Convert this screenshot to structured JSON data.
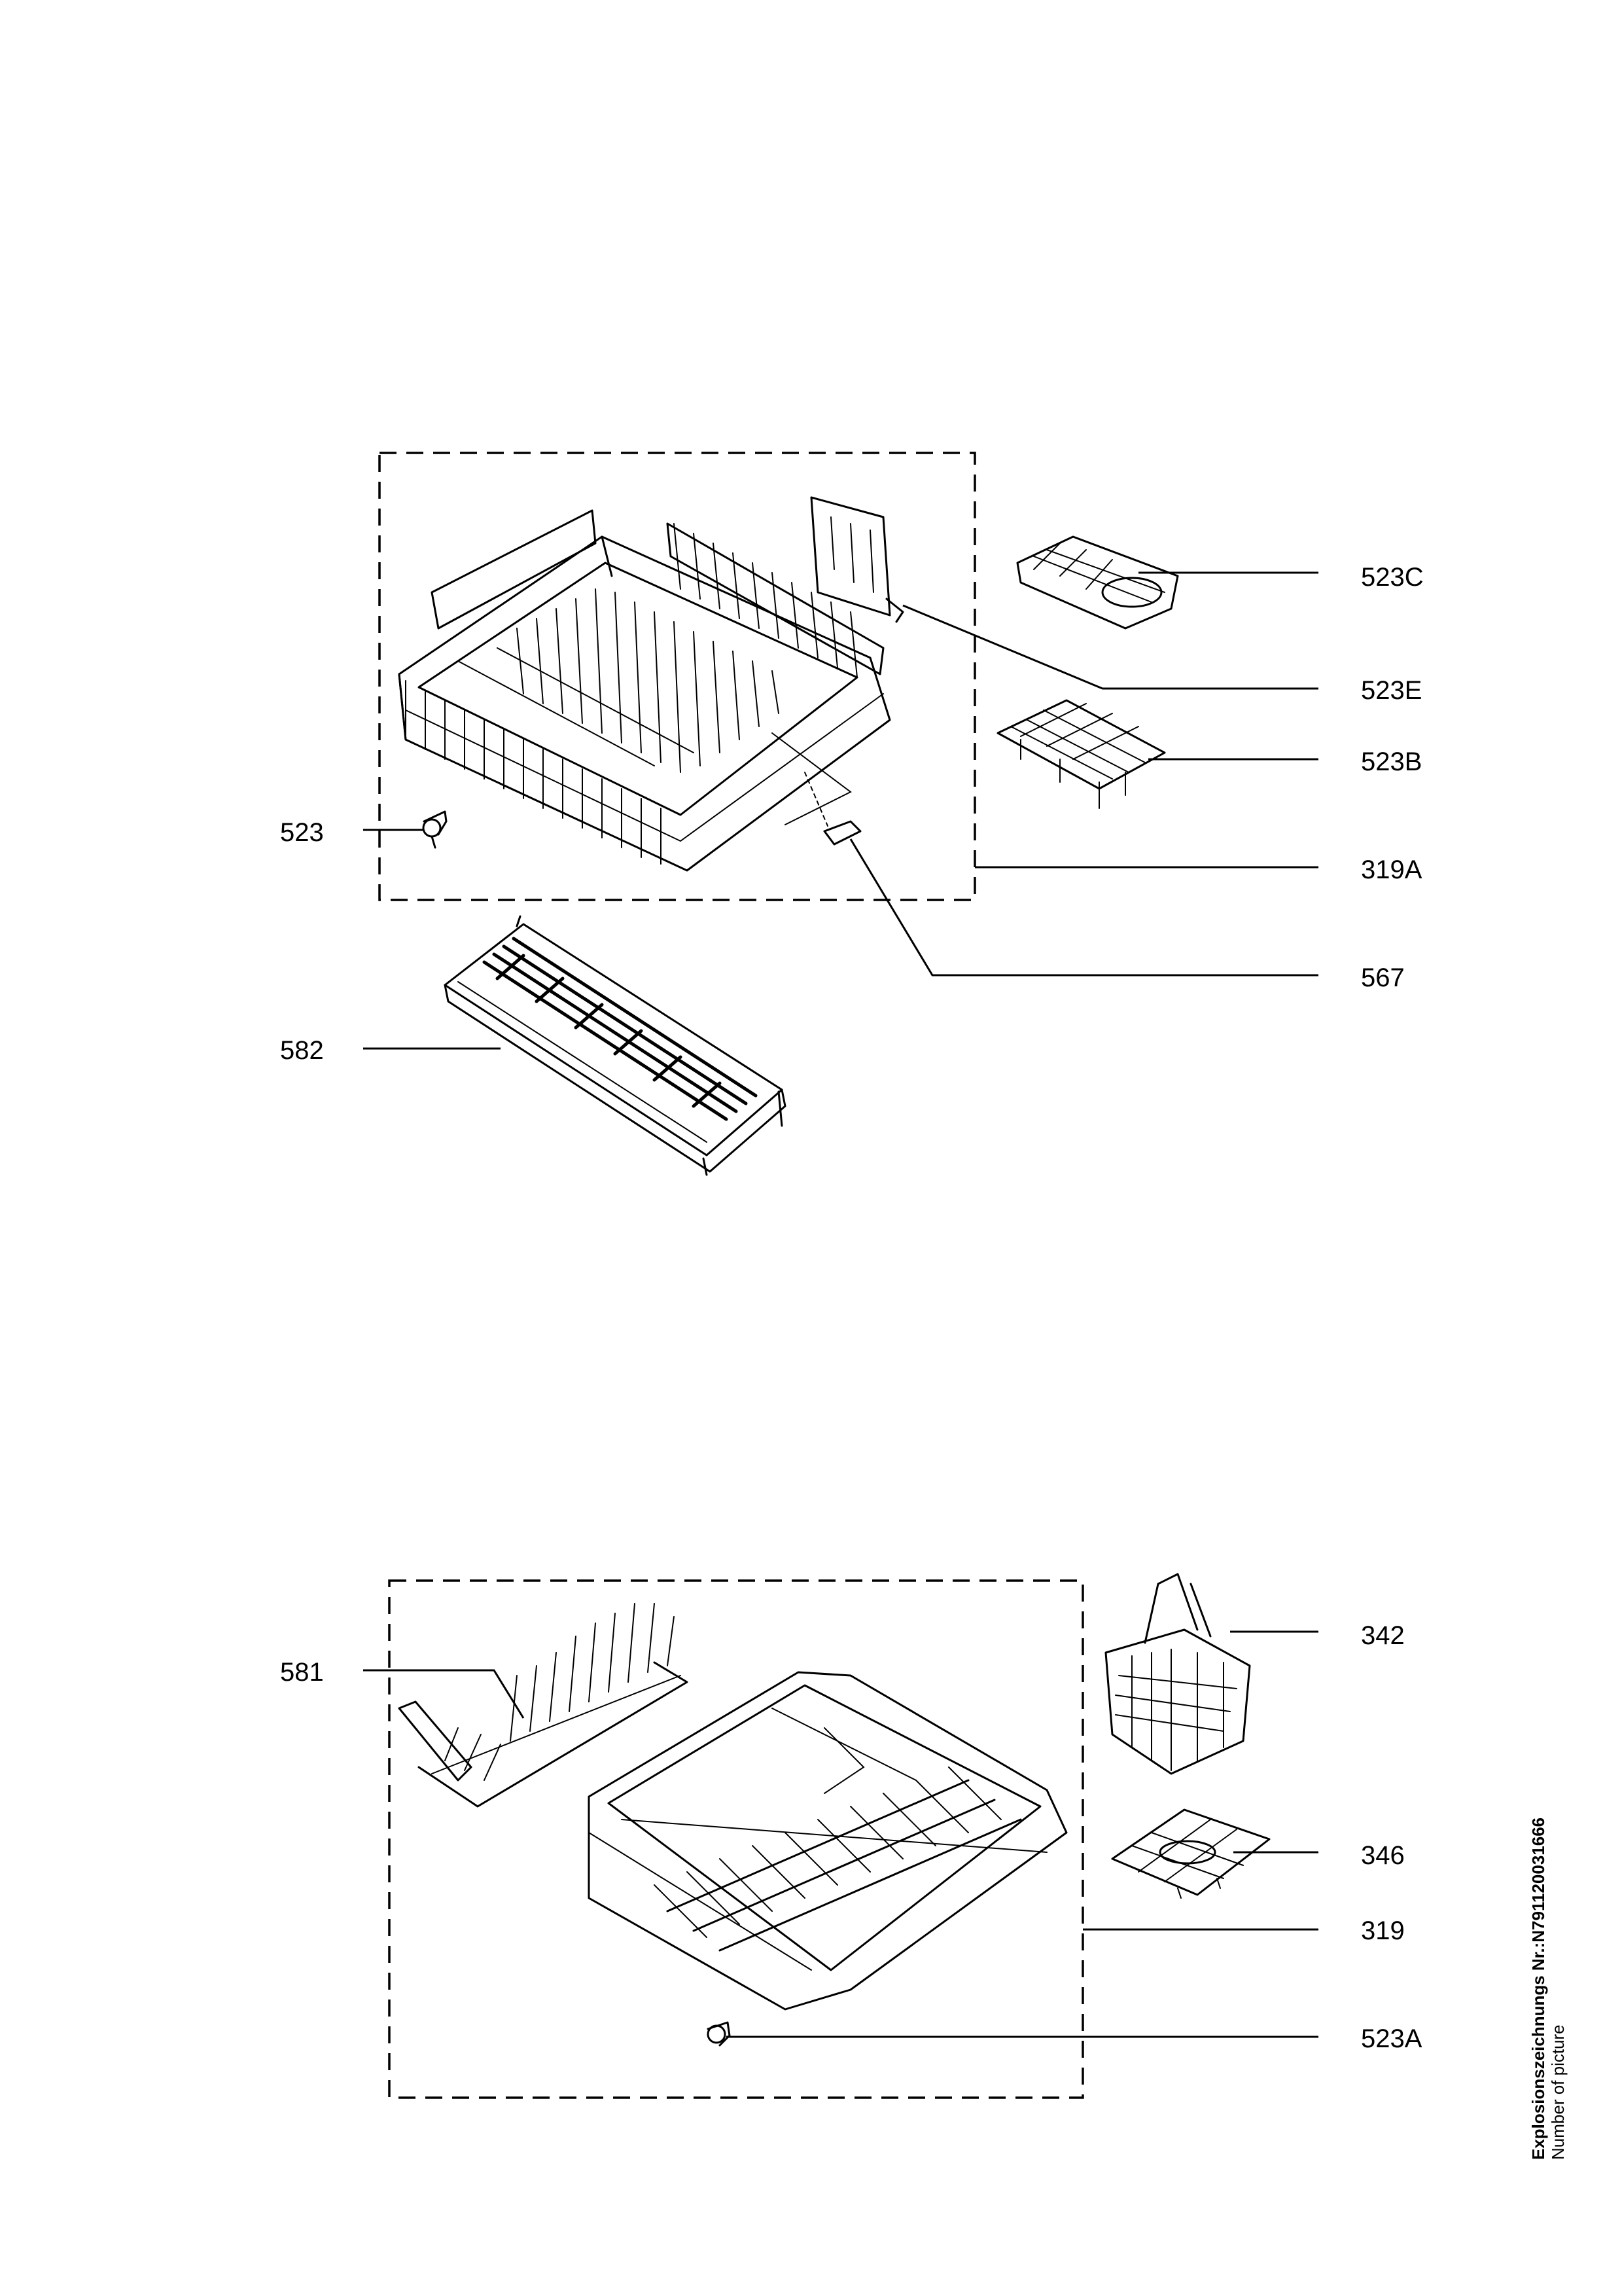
{
  "labels": {
    "p523C": "523C",
    "p523E": "523E",
    "p523B": "523B",
    "p319A": "319A",
    "p567": "567",
    "p523": "523",
    "p582": "582",
    "p581": "581",
    "p342": "342",
    "p346": "346",
    "p319": "319",
    "p523A": "523A"
  },
  "side_text": {
    "title": "Explosionszeichnungs Nr.:N791120031666",
    "subtitle": "Number of picture"
  }
}
